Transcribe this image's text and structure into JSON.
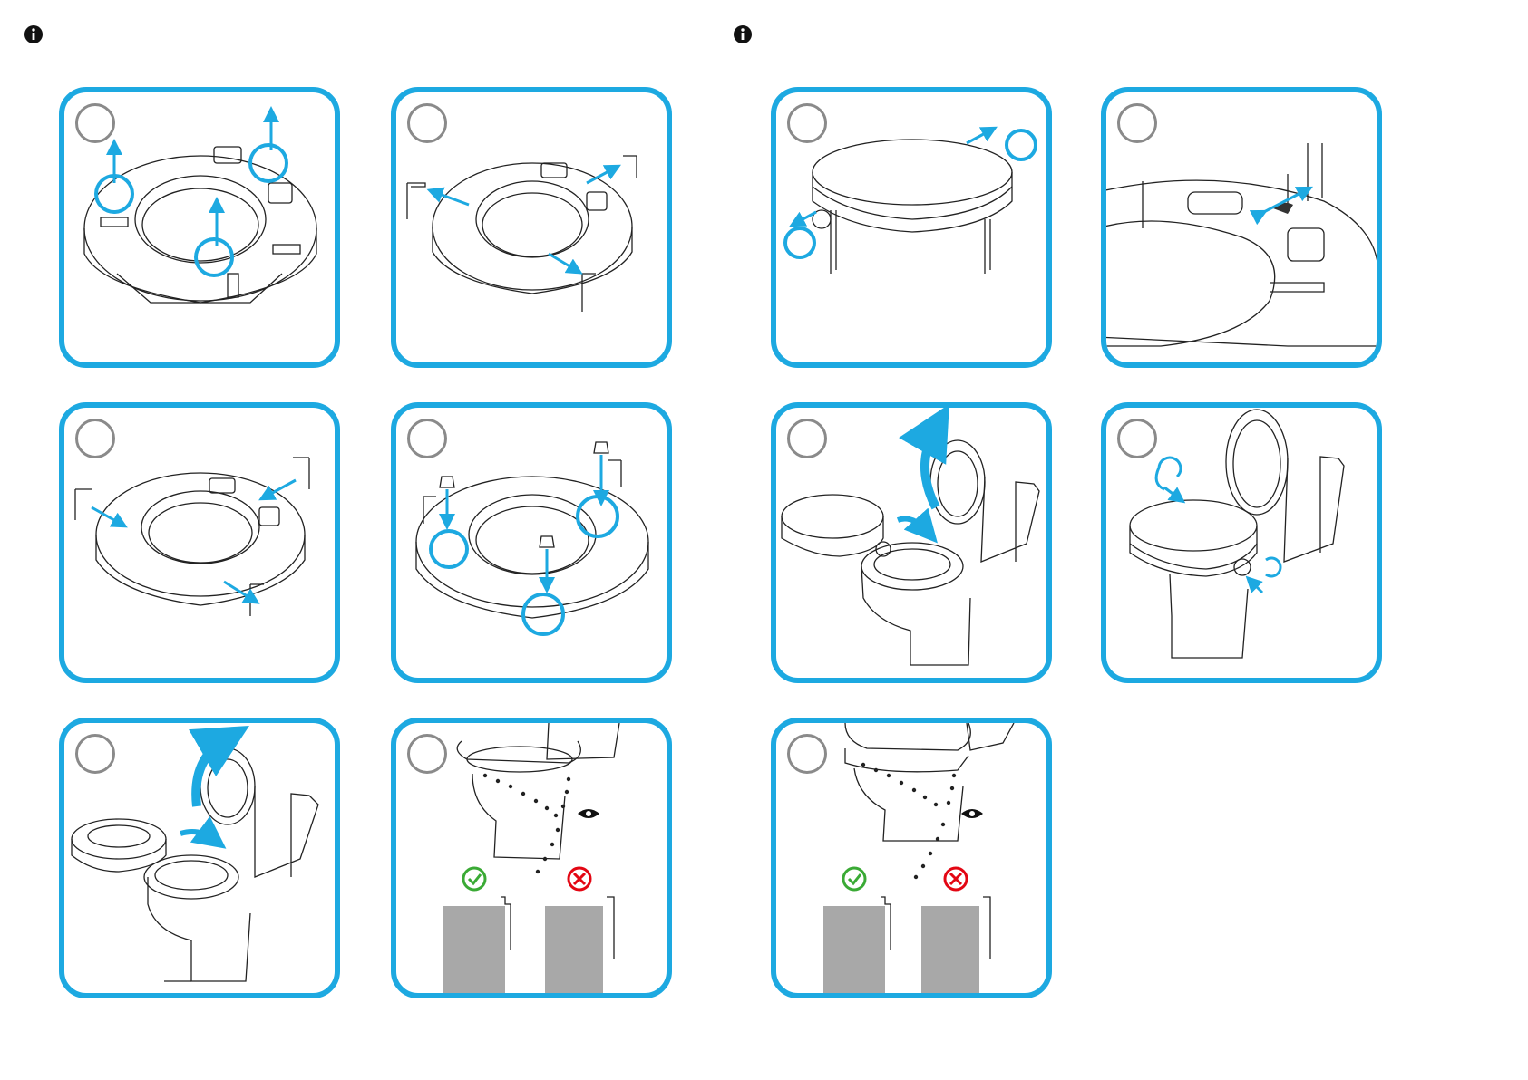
{
  "page": {
    "info_icons": [
      "info-icon",
      "info-icon"
    ]
  },
  "colors": {
    "accent": "#1da9e1",
    "step_circle": "#8a8a8a",
    "line_art": "#222222",
    "correct": "#3aaa35",
    "wrong": "#e30613",
    "floor_gray": "#a8a8a8"
  },
  "panels": [
    {
      "id": "left-1",
      "depiction": "remove-caps"
    },
    {
      "id": "left-2",
      "depiction": "slide-out-brackets"
    },
    {
      "id": "left-3",
      "depiction": "insert-brackets"
    },
    {
      "id": "left-4",
      "depiction": "fix-caps"
    },
    {
      "id": "left-5",
      "depiction": "lift-original-seat"
    },
    {
      "id": "left-6",
      "depiction": "alignment-check"
    },
    {
      "id": "right-1",
      "depiction": "loosen-side-knobs"
    },
    {
      "id": "right-2",
      "depiction": "adjust-bracket"
    },
    {
      "id": "right-3",
      "depiction": "place-raised-seat"
    },
    {
      "id": "right-4",
      "depiction": "tighten-knobs"
    },
    {
      "id": "right-5",
      "depiction": "alignment-check"
    }
  ],
  "icons": {
    "step": "step-number-circle",
    "correct": "check-circle-icon",
    "wrong": "cross-circle-icon",
    "eye": "eye-icon"
  }
}
